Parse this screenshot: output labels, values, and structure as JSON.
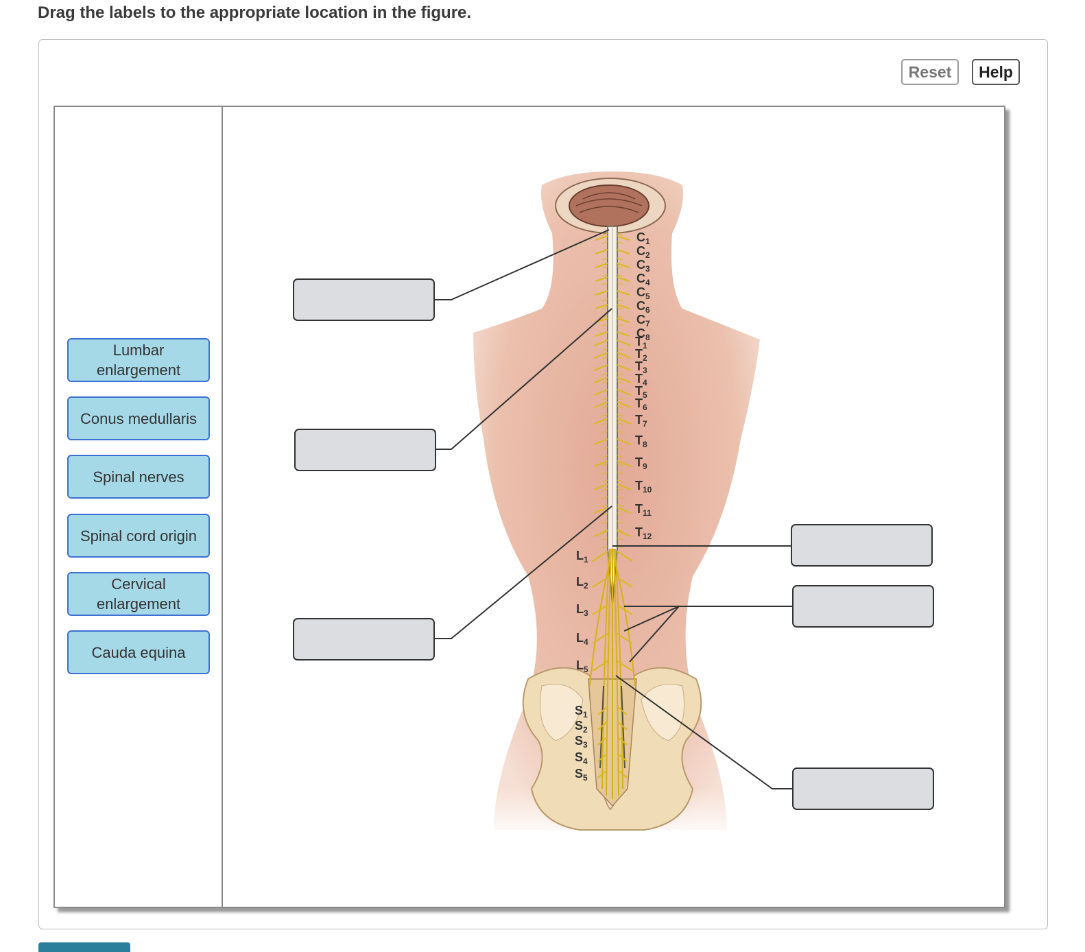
{
  "instruction": "Drag the labels to the appropriate location in the figure.",
  "toolbar": {
    "reset_label": "Reset",
    "help_label": "Help"
  },
  "labels": [
    "Lumbar\nenlargement",
    "Conus medullaris",
    "Spinal nerves",
    "Spinal cord origin",
    "Cervical\nenlargement",
    "Cauda equina"
  ],
  "vertebrae": {
    "cervical": [
      "C1",
      "C2",
      "C3",
      "C4",
      "C5",
      "C6",
      "C7",
      "C8"
    ],
    "thoracic": [
      "T1",
      "T2",
      "T3",
      "T4",
      "T5",
      "T6",
      "T7",
      "T8",
      "T9",
      "T10",
      "T11",
      "T12"
    ],
    "lumbar": [
      "L1",
      "L2",
      "L3",
      "L4",
      "L5"
    ],
    "sacral": [
      "S1",
      "S2",
      "S3",
      "S4",
      "S5"
    ]
  },
  "colors": {
    "label_fill": "#a6d9e8",
    "label_border": "#3d6fd4",
    "target_fill": "#dcdde0",
    "skin": "#e8b9a4",
    "nerve": "#e4c21c",
    "bone": "#efd8b2"
  }
}
